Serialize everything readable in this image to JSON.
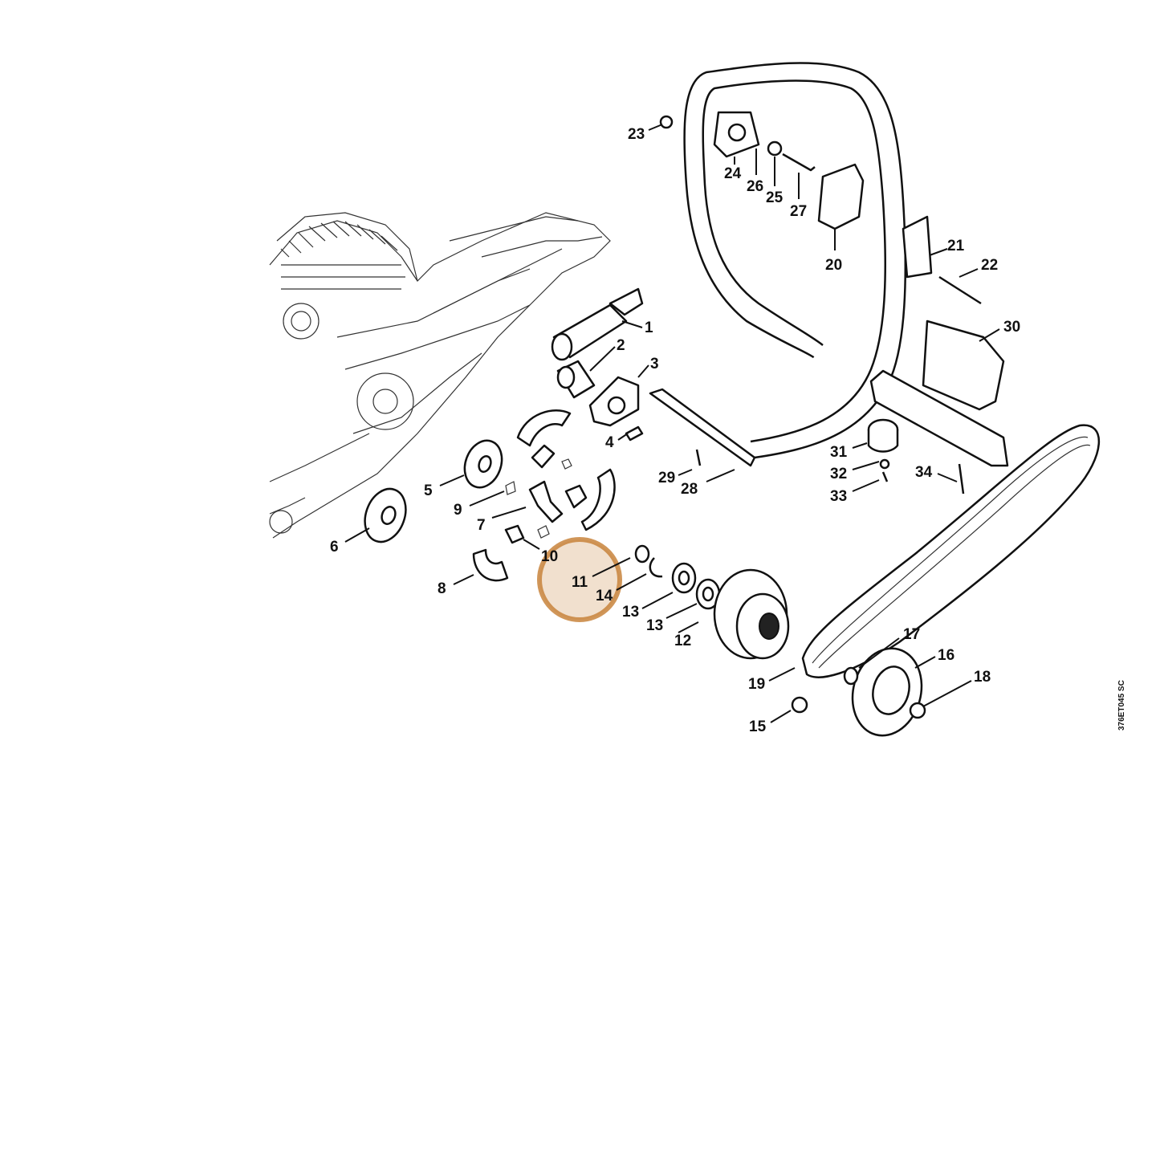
{
  "drawing_code": "376ET045 SC",
  "highlight_color": "#C8843C",
  "highlighted_part": "11",
  "parts": [
    {
      "num": "1"
    },
    {
      "num": "2"
    },
    {
      "num": "3"
    },
    {
      "num": "4"
    },
    {
      "num": "5"
    },
    {
      "num": "6"
    },
    {
      "num": "7"
    },
    {
      "num": "8"
    },
    {
      "num": "9"
    },
    {
      "num": "10"
    },
    {
      "num": "11"
    },
    {
      "num": "12"
    },
    {
      "num": "13"
    },
    {
      "num": "13"
    },
    {
      "num": "14"
    },
    {
      "num": "15"
    },
    {
      "num": "16"
    },
    {
      "num": "17"
    },
    {
      "num": "18"
    },
    {
      "num": "19"
    },
    {
      "num": "20"
    },
    {
      "num": "21"
    },
    {
      "num": "22"
    },
    {
      "num": "23"
    },
    {
      "num": "24"
    },
    {
      "num": "25"
    },
    {
      "num": "26"
    },
    {
      "num": "27"
    },
    {
      "num": "28"
    },
    {
      "num": "29"
    },
    {
      "num": "30"
    },
    {
      "num": "31"
    },
    {
      "num": "32"
    },
    {
      "num": "33"
    },
    {
      "num": "34"
    }
  ]
}
